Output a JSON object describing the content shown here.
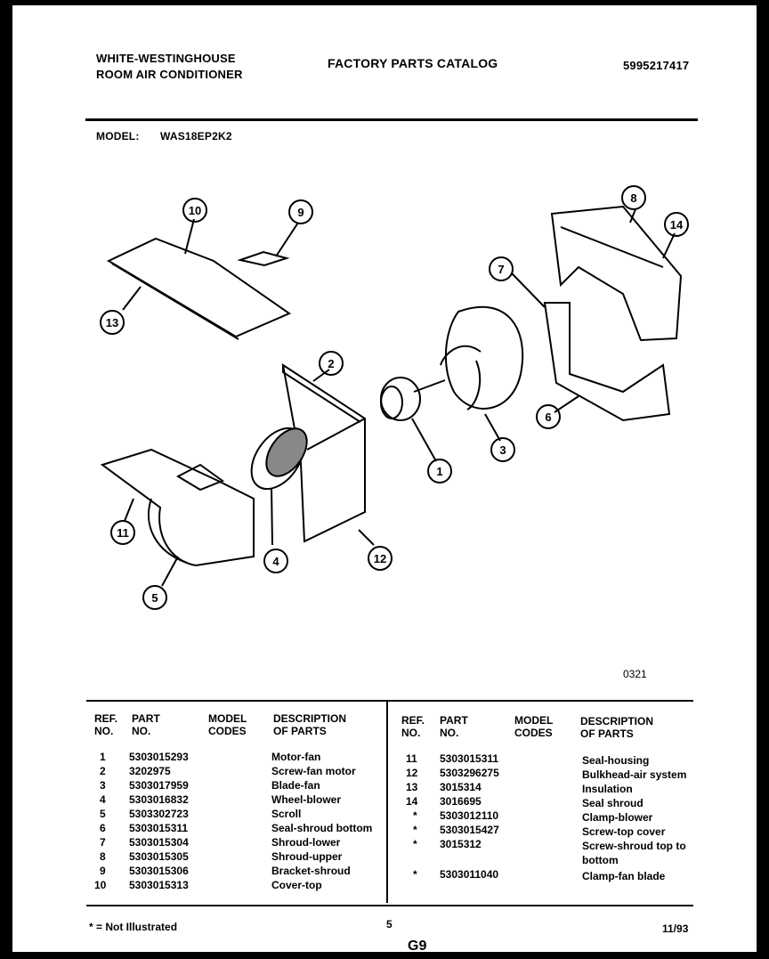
{
  "header": {
    "brand_line1": "WHITE-WESTINGHOUSE",
    "brand_line2": "ROOM AIR CONDITIONER",
    "catalog_title": "FACTORY PARTS CATALOG",
    "catalog_number": "5995217417",
    "model_label": "MODEL:",
    "model_value": "WAS18EP2K2"
  },
  "diagram": {
    "callouts": [
      "10",
      "9",
      "13",
      "2",
      "1",
      "3",
      "4",
      "5",
      "6",
      "7",
      "8",
      "11",
      "12",
      "14"
    ],
    "drawing_code": "0321"
  },
  "table": {
    "headers": {
      "ref_no": "REF.\nNO.",
      "part_no": "PART\nNO.",
      "model_codes": "MODEL\nCODES",
      "description": "DESCRIPTION\nOF PARTS"
    },
    "left_rows": [
      {
        "ref": "1",
        "part": "5303015293",
        "desc": "Motor-fan"
      },
      {
        "ref": "2",
        "part": "3202975",
        "desc": "Screw-fan motor"
      },
      {
        "ref": "3",
        "part": "5303017959",
        "desc": "Blade-fan"
      },
      {
        "ref": "4",
        "part": "5303016832",
        "desc": "Wheel-blower"
      },
      {
        "ref": "5",
        "part": "5303302723",
        "desc": "Scroll"
      },
      {
        "ref": "6",
        "part": "5303015311",
        "desc": "Seal-shroud bottom"
      },
      {
        "ref": "7",
        "part": "5303015304",
        "desc": "Shroud-lower"
      },
      {
        "ref": "8",
        "part": "5303015305",
        "desc": "Shroud-upper"
      },
      {
        "ref": "9",
        "part": "5303015306",
        "desc": "Bracket-shroud"
      },
      {
        "ref": "10",
        "part": "5303015313",
        "desc": "Cover-top"
      }
    ],
    "right_rows": [
      {
        "ref": "11",
        "part": "5303015311",
        "desc": "Seal-housing"
      },
      {
        "ref": "12",
        "part": "5303296275",
        "desc": "Bulkhead-air system"
      },
      {
        "ref": "13",
        "part": "3015314",
        "desc": "Insulation"
      },
      {
        "ref": "14",
        "part": "3016695",
        "desc": "Seal shroud"
      },
      {
        "ref": "*",
        "part": "5303012110",
        "desc": "Clamp-blower"
      },
      {
        "ref": "*",
        "part": "5303015427",
        "desc": "Screw-top cover"
      },
      {
        "ref": "*",
        "part": "3015312",
        "desc": "Screw-shroud top to bottom"
      },
      {
        "ref": "*",
        "part": "5303011040",
        "desc": "Clamp-fan blade"
      }
    ]
  },
  "footer": {
    "note": "* = Not Illustrated",
    "page_number": "5",
    "date": "11/93",
    "section": "G9"
  }
}
